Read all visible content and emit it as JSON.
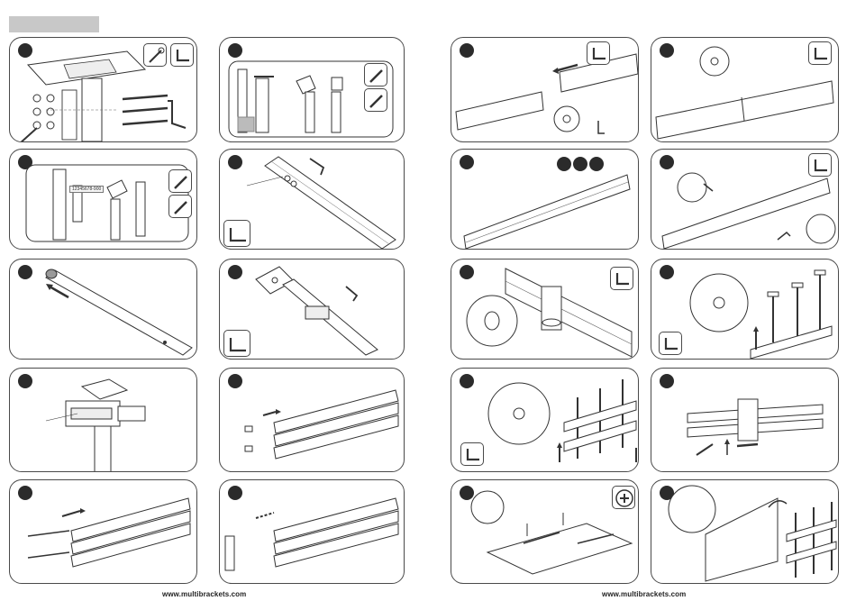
{
  "footer": {
    "left_url": "www.multibrackets.com",
    "right_url": "www.multibrackets.com"
  },
  "panel3": {
    "label": "12345678-900"
  },
  "colors": {
    "frame": "#4a4a4a",
    "step_marker": "#2b2b2b",
    "header_bar": "#c8c8c8"
  },
  "icons": [
    "hex-key-icon",
    "wrench-icon",
    "screwdriver-icon",
    "plus-icon"
  ]
}
